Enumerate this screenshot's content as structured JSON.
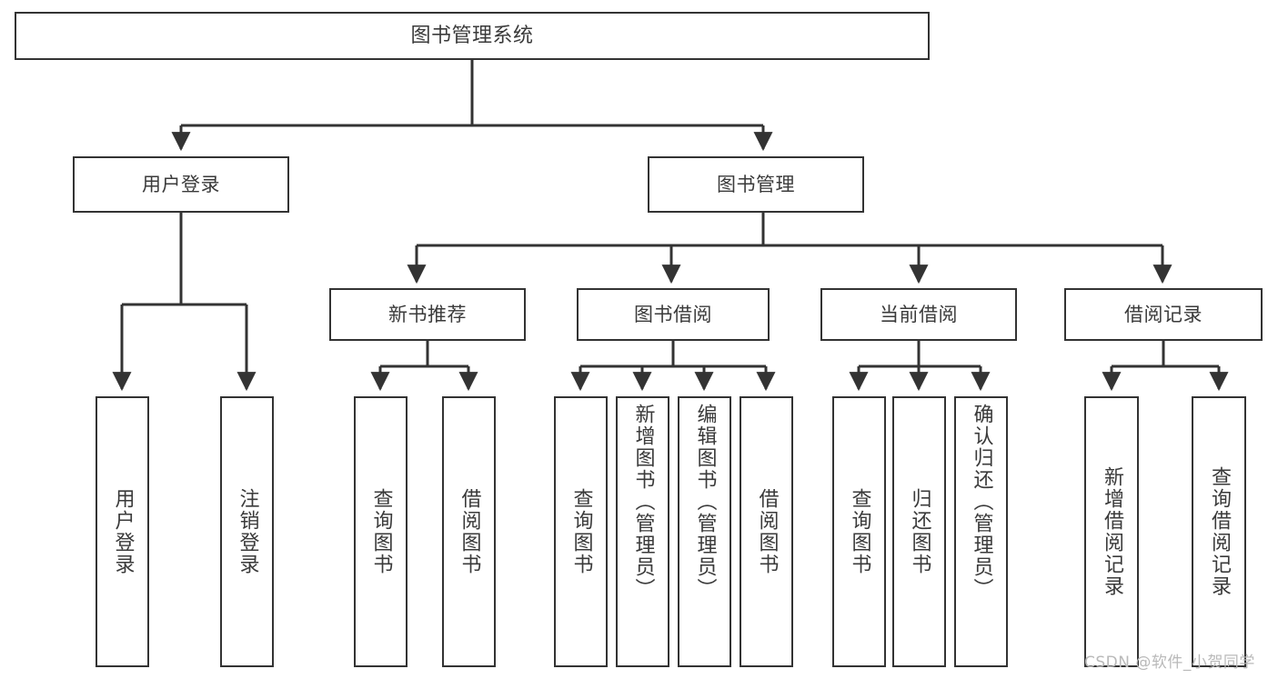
{
  "diagram": {
    "title_node": {
      "label": "图书管理系统"
    },
    "level2": [
      {
        "id": "user-login",
        "label": "用户登录"
      },
      {
        "id": "book-management",
        "label": "图书管理"
      }
    ],
    "level3": [
      {
        "id": "new-book-recommend",
        "label": "新书推荐"
      },
      {
        "id": "book-borrow",
        "label": "图书借阅"
      },
      {
        "id": "current-borrow",
        "label": "当前借阅"
      },
      {
        "id": "borrow-record",
        "label": "借阅记录"
      }
    ],
    "leaves": {
      "user_login": [
        {
          "id": "leaf-user-login",
          "label": "用户登录"
        },
        {
          "id": "leaf-logout-login",
          "label": "注销登录"
        }
      ],
      "new_book_recommend": [
        {
          "id": "leaf-query-book-1",
          "label": "查询图书"
        },
        {
          "id": "leaf-borrow-book-1",
          "label": "借阅图书"
        }
      ],
      "book_borrow": [
        {
          "id": "leaf-query-book-2",
          "label": "查询图书"
        },
        {
          "id": "leaf-add-book-admin",
          "label": "新增图书（管理员）"
        },
        {
          "id": "leaf-edit-book-admin",
          "label": "编辑图书（管理员）"
        },
        {
          "id": "leaf-borrow-book-2",
          "label": "借阅图书"
        }
      ],
      "current_borrow": [
        {
          "id": "leaf-query-book-3",
          "label": "查询图书"
        },
        {
          "id": "leaf-return-book",
          "label": "归还图书"
        },
        {
          "id": "leaf-confirm-return-admin",
          "label": "确认归还（管理员）"
        }
      ],
      "borrow_record": [
        {
          "id": "leaf-add-borrow-record",
          "label": "新增借阅记录"
        },
        {
          "id": "leaf-query-borrow-record",
          "label": "查询借阅记录"
        }
      ]
    }
  },
  "watermark": {
    "text": "CSDN @软件_小贺同学"
  },
  "colors": {
    "stroke": "#333333",
    "text": "#3a3a3a",
    "background": "#ffffff",
    "watermark": "#b9b9b9"
  }
}
